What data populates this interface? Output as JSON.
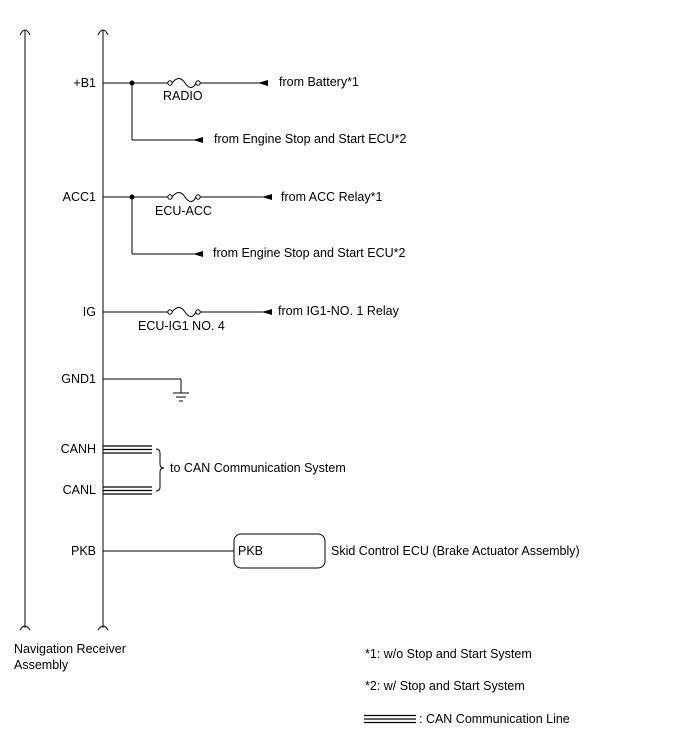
{
  "receiver": {
    "name_line1": "Navigation Receiver",
    "name_line2": "Assembly"
  },
  "pins": {
    "b1": "+B1",
    "acc1": "ACC1",
    "ig": "IG",
    "gnd1": "GND1",
    "canh": "CANH",
    "canl": "CANL",
    "pkb": "PKB"
  },
  "fuses": {
    "radio": "RADIO",
    "ecu_acc": "ECU-ACC",
    "ecu_ig1": "ECU-IG1 NO. 4"
  },
  "sources": {
    "battery": "from Battery*1",
    "engine_ecu_1": "from Engine Stop and Start ECU*2",
    "acc_relay": "from ACC Relay*1",
    "engine_ecu_2": "from Engine Stop and Start ECU*2",
    "ig1_relay": "from IG1-NO. 1 Relay"
  },
  "can_system": "to CAN Communication System",
  "skid": {
    "box_label": "PKB",
    "name": "Skid Control ECU (Brake Actuator Assembly)"
  },
  "notes": {
    "note1": "*1: w/o Stop and Start System",
    "note2": "*2: w/ Stop and Start System",
    "legend": ": CAN Communication Line"
  }
}
